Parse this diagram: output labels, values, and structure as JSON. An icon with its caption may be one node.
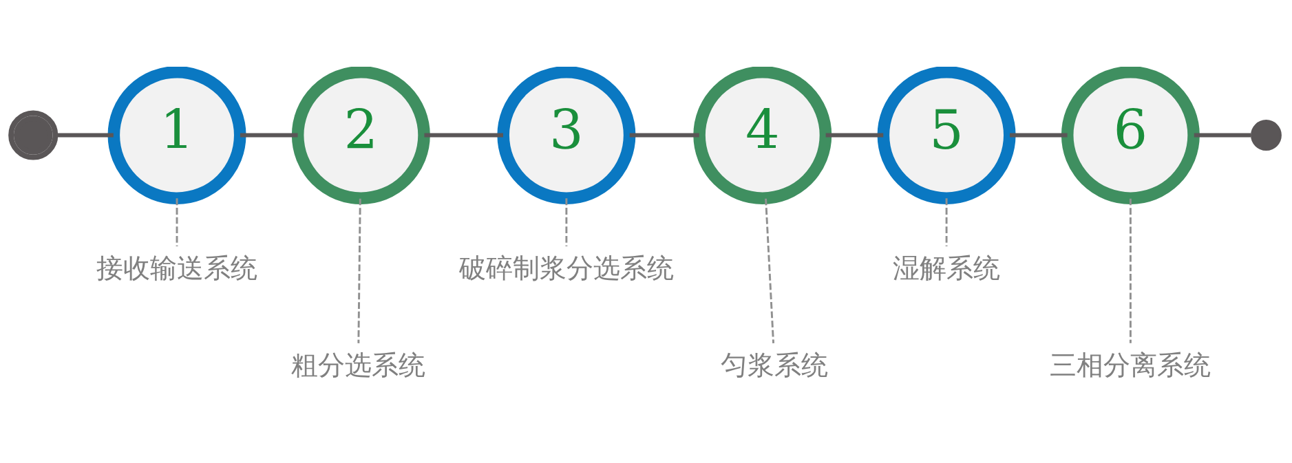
{
  "diagram": {
    "nodes": [
      {
        "text": [],
        "shape": "circle"
      },
      {
        "text": [
          "1"
        ]
      },
      {
        "text": [
          "2"
        ]
      },
      {
        "text": [
          "3"
        ]
      },
      {
        "text": [
          "4"
        ]
      },
      {
        "text": [
          "5"
        ]
      },
      {
        "text": [
          "6"
        ]
      },
      {
        "text": [],
        "shape": "circle"
      },
      {
        "text": [
          "接收输送系统"
        ]
      },
      {
        "text": [
          "粗分选系统"
        ]
      },
      {
        "text": [
          "破碎制浆分选系统"
        ]
      },
      {
        "text": [
          "匀浆系统"
        ]
      },
      {
        "text": [
          "湿解系统"
        ]
      },
      {
        "text": [
          "三相分离系统"
        ]
      }
    ],
    "edges": [
      {
        "from": 0,
        "to": 1,
        "arrow": "none"
      },
      {
        "from": 1,
        "to": 2,
        "arrow": "none"
      },
      {
        "from": 2,
        "to": 3,
        "arrow": "none"
      },
      {
        "from": 3,
        "to": 4,
        "arrow": "none"
      },
      {
        "from": 4,
        "to": 5,
        "arrow": "none"
      },
      {
        "from": 5,
        "to": 6,
        "arrow": "none"
      },
      {
        "from": 6,
        "to": 7,
        "arrow": "none"
      },
      {
        "from": 1,
        "to": 8,
        "arrow": "none",
        "style": "dashed"
      },
      {
        "from": 2,
        "to": 9,
        "arrow": "none",
        "style": "dashed"
      },
      {
        "from": 3,
        "to": 10,
        "arrow": "none",
        "style": "dashed"
      },
      {
        "from": 4,
        "to": 11,
        "arrow": "none",
        "style": "dashed"
      },
      {
        "from": 5,
        "to": 12,
        "arrow": "none",
        "style": "dashed"
      },
      {
        "from": 6,
        "to": 13,
        "arrow": "none",
        "style": "dashed"
      }
    ]
  }
}
